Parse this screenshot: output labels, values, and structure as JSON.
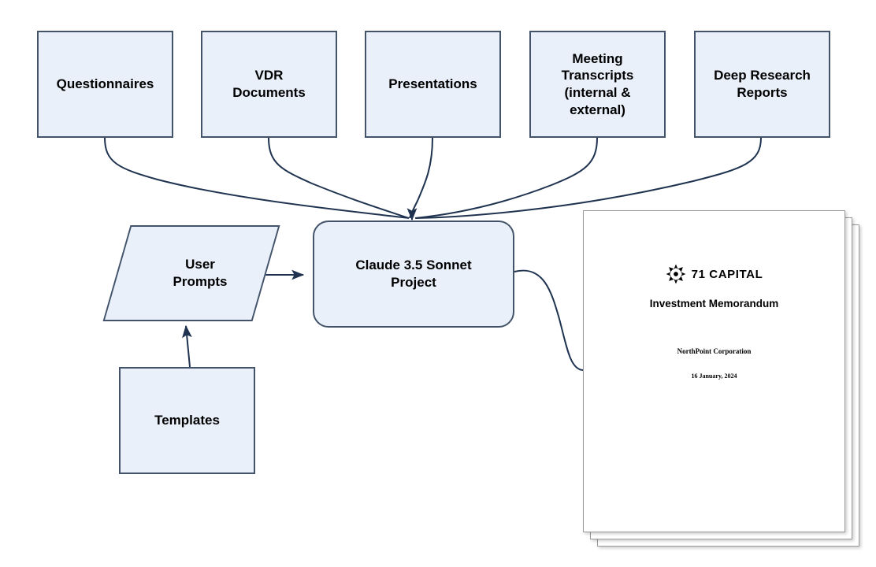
{
  "diagram": {
    "title": "Claude 3.5 Sonnet Project document generation flow",
    "colors": {
      "node_fill": "#e9f0fa",
      "node_stroke": "#43546a",
      "edge_stroke": "#1f3350",
      "page_fill": "#ffffff",
      "page_stroke": "#9a9a9a",
      "text": "#000000"
    },
    "sources": [
      {
        "id": "questionnaires",
        "label": "Questionnaires"
      },
      {
        "id": "vdr-documents",
        "label": "VDR\nDocuments"
      },
      {
        "id": "presentations",
        "label": "Presentations"
      },
      {
        "id": "meeting-transcripts",
        "label": "Meeting\nTranscripts\n(internal &\nexternal)"
      },
      {
        "id": "deep-research-reports",
        "label": "Deep Research\nReports"
      }
    ],
    "process": {
      "id": "claude-project",
      "label": "Claude 3.5 Sonnet\nProject"
    },
    "user_prompts": {
      "id": "user-prompts",
      "label": "User\nPrompts"
    },
    "templates": {
      "id": "templates",
      "label": "Templates"
    },
    "document": {
      "logo_text": "71 CAPITAL",
      "logo_icon": "starburst-snowflake-icon",
      "title": "Investment Memorandum",
      "company": "NorthPoint Corporation",
      "date": "16 January, 2024",
      "sheet_count": 3
    },
    "edges": [
      {
        "from": "questionnaires",
        "to": "claude-project",
        "style": "curved",
        "arrow": true
      },
      {
        "from": "vdr-documents",
        "to": "claude-project",
        "style": "curved",
        "arrow": true
      },
      {
        "from": "presentations",
        "to": "claude-project",
        "style": "curved",
        "arrow": true
      },
      {
        "from": "meeting-transcripts",
        "to": "claude-project",
        "style": "curved",
        "arrow": true
      },
      {
        "from": "deep-research-reports",
        "to": "claude-project",
        "style": "curved",
        "arrow": true
      },
      {
        "from": "user-prompts",
        "to": "claude-project",
        "style": "straight",
        "arrow": true
      },
      {
        "from": "templates",
        "to": "user-prompts",
        "style": "straight",
        "arrow": true
      },
      {
        "from": "claude-project",
        "to": "investment-memorandum",
        "style": "s-curve",
        "arrow": false
      }
    ]
  }
}
